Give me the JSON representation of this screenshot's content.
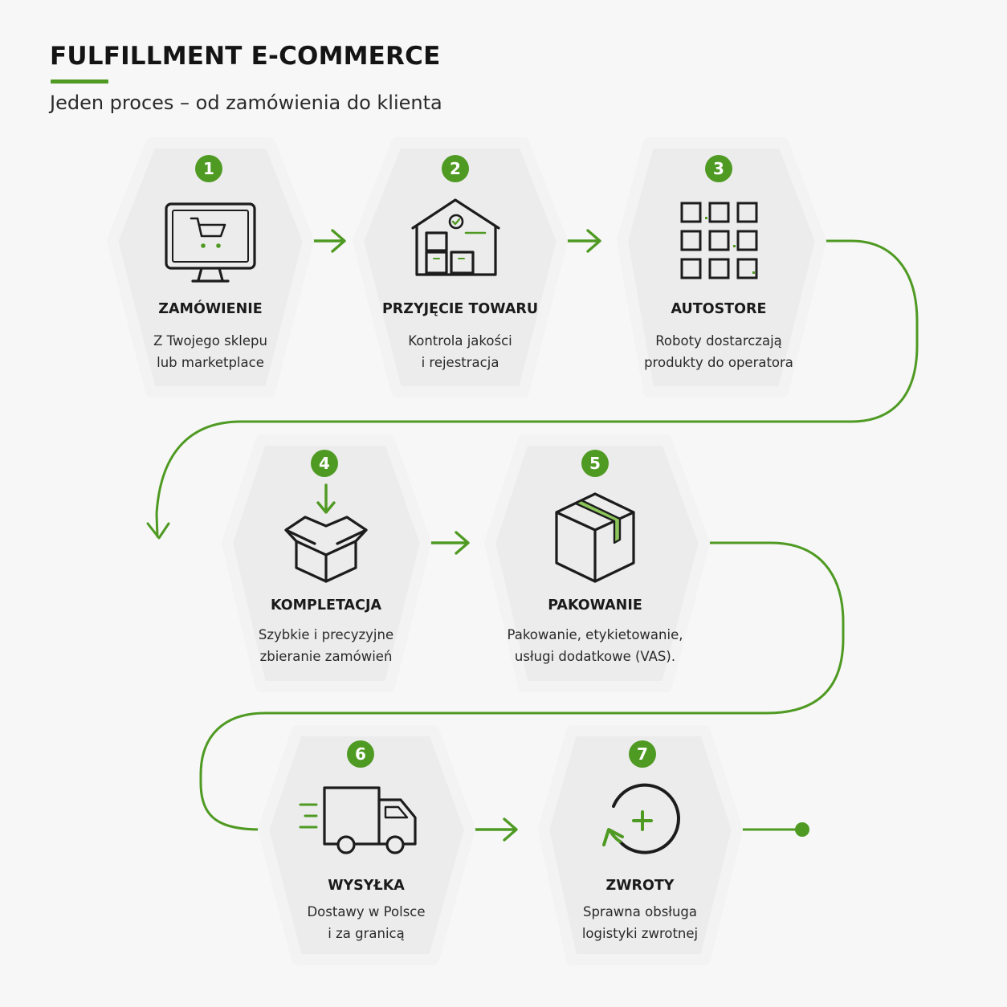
{
  "header": {
    "title": "FULFILLMENT E-COMMERCE",
    "subtitle": "Jeden proces – od zamówienia do klienta"
  },
  "colors": {
    "accent": "#4f9a23",
    "card": "#ededed",
    "icon": "#1c1c1c"
  },
  "steps": [
    {
      "number": "1",
      "title": "ZAMÓWIENIE",
      "desc_line1": "Z Twojego sklepu",
      "desc_line2": "lub marketplace",
      "icon": "monitor-cart-icon"
    },
    {
      "number": "2",
      "title": "PRZYJĘCIE TOWARU",
      "desc_line1": "Kontrola jakości",
      "desc_line2": "i rejestracja",
      "icon": "warehouse-icon"
    },
    {
      "number": "3",
      "title": "AUTOSTORE",
      "desc_line1": "Roboty dostarczają",
      "desc_line2": "produkty do operatora",
      "icon": "grid-storage-icon"
    },
    {
      "number": "4",
      "title": "KOMPLETACJA",
      "desc_line1": "Szybkie i precyzyjne",
      "desc_line2": "zbieranie zamówień",
      "icon": "open-box-icon"
    },
    {
      "number": "5",
      "title": "PAKOWANIE",
      "desc_line1": "Pakowanie, etykietowanie,",
      "desc_line2": "usługi dodatkowe (VAS).",
      "icon": "packed-box-icon"
    },
    {
      "number": "6",
      "title": "WYSYŁKA",
      "desc_line1": "Dostawy w Polsce",
      "desc_line2": "i za granicą",
      "icon": "delivery-truck-icon"
    },
    {
      "number": "7",
      "title": "ZWROTY",
      "desc_line1": "Sprawna obsługa",
      "desc_line2": "logistyki zwrotnej",
      "icon": "return-cycle-icon"
    }
  ]
}
